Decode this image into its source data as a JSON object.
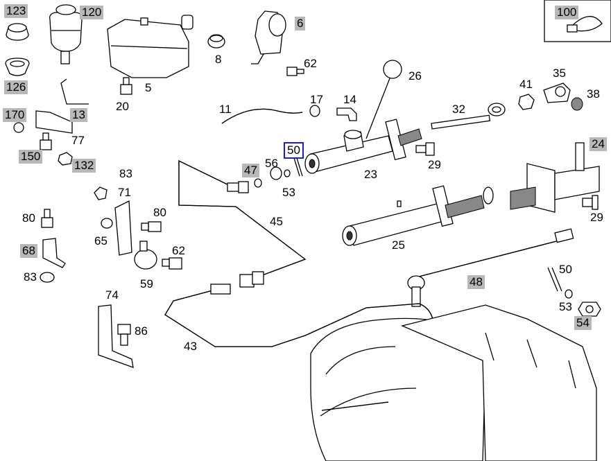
{
  "labels": {
    "l123": "123",
    "l120": "120",
    "l126": "126",
    "l8": "8",
    "l5": "5",
    "l6": "6",
    "l62a": "62",
    "l20": "20",
    "l13": "13",
    "l170": "170",
    "l77": "77",
    "l150": "150",
    "l132": "132",
    "l100": "100",
    "l26": "26",
    "l11": "11",
    "l17": "17",
    "l14": "14",
    "l32": "32",
    "l41": "41",
    "l35": "35",
    "l38": "38",
    "l24": "24",
    "l50a": "50",
    "l56": "56",
    "l47": "47",
    "l53a": "53",
    "l23": "23",
    "l29a": "29",
    "l29b": "29",
    "l83a": "83",
    "l71": "71",
    "l80a": "80",
    "l80b": "80",
    "l45": "45",
    "l65": "65",
    "l68": "68",
    "l83b": "83",
    "l62b": "62",
    "l59": "59",
    "l25": "25",
    "l50b": "50",
    "l48": "48",
    "l53b": "53",
    "l54": "54",
    "l74": "74",
    "l86": "86",
    "l43": "43"
  },
  "selected": "l50a",
  "colors": {
    "highlight": "#b8b8b8",
    "selection": "#1a1ae6",
    "line": "#000000"
  }
}
